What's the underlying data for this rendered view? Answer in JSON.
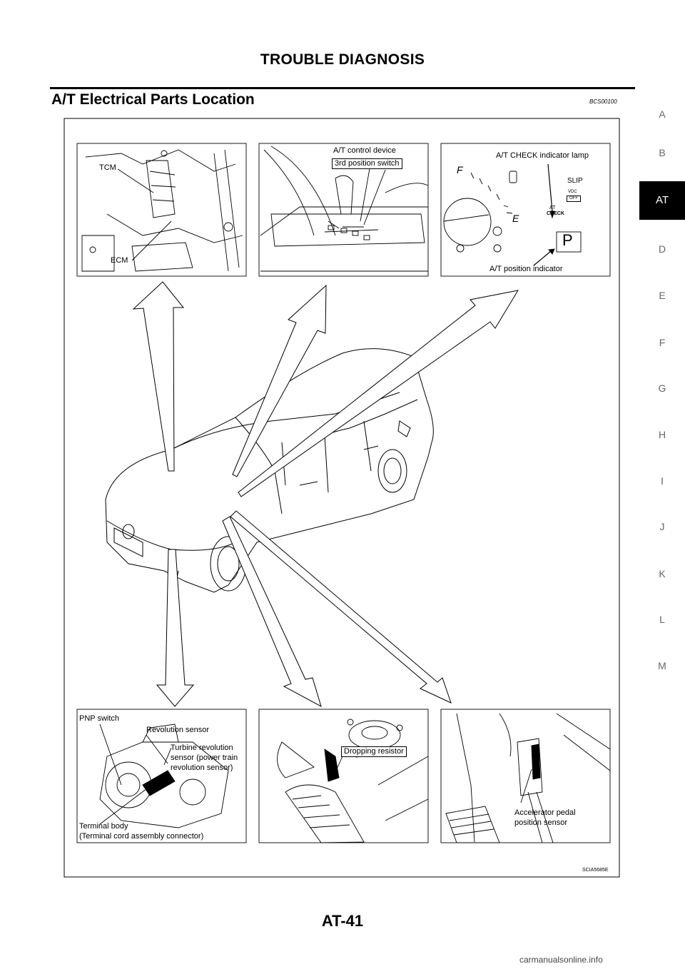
{
  "header": {
    "title": "TROUBLE DIAGNOSIS"
  },
  "section": {
    "title": "A/T Electrical Parts Location",
    "code": "BCS00100"
  },
  "side_index": [
    "A",
    "B",
    "AT",
    "D",
    "E",
    "F",
    "G",
    "H",
    "I",
    "J",
    "K",
    "L",
    "M"
  ],
  "side_index_active": "AT",
  "figure": {
    "code": "SCIA5685E",
    "top_left": {
      "labels": [
        "TCM",
        "ECM"
      ]
    },
    "top_center": {
      "labels": [
        "A/T control device",
        "3rd position switch"
      ]
    },
    "top_right": {
      "labels": [
        "A/T CHECK indicator lamp",
        "A/T position indicator"
      ],
      "gauge_marks": [
        "F",
        "E",
        "SLIP",
        "VDC",
        "OFF",
        "AT",
        "CHECK",
        "P"
      ]
    },
    "bottom_left": {
      "labels": [
        "PNP switch",
        "Revolution sensor",
        "Turbine revolution",
        "sensor (power train",
        "revolution sensor)",
        "Terminal body",
        "(Terminal cord assembly connector)"
      ]
    },
    "bottom_center": {
      "labels": [
        "Dropping resistor"
      ]
    },
    "bottom_right": {
      "labels": [
        "Accelerator pedal",
        "position sensor"
      ]
    }
  },
  "footer": {
    "page_number": "AT-41",
    "watermark": "carmanualsonline.info"
  }
}
